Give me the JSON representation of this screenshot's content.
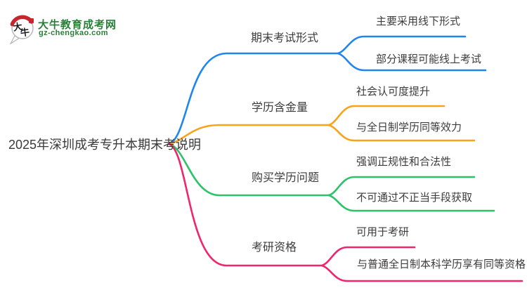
{
  "logo": {
    "icon": {
      "char_top": "大",
      "char_bottom": "牛",
      "red": "#c9252c",
      "outline": "#b5b5b5"
    },
    "title": "大牛教育成考网",
    "url": "gz-chengkao.com",
    "green": "#2b7e3a"
  },
  "root": {
    "label": "2025年深圳成考专升本期末考说明",
    "text_color": "#3a3a3a"
  },
  "branches": [
    {
      "label": "期末考试形式",
      "color": "#1e86ec",
      "children": [
        "主要采用线下形式",
        "部分课程可能线上考试"
      ]
    },
    {
      "label": "学历含金量",
      "color": "#f8a41b",
      "children": [
        "社会认可度提升",
        "与全日制学历同等效力"
      ]
    },
    {
      "label": "购买学历问题",
      "color": "#2bc36a",
      "children": [
        "强调正规性和合法性",
        "不可通过不正当手段获取"
      ]
    },
    {
      "label": "考研资格",
      "color": "#ef256d",
      "children": [
        "可用于考研",
        "与普通全日制本科学历享有同等资格"
      ]
    }
  ]
}
